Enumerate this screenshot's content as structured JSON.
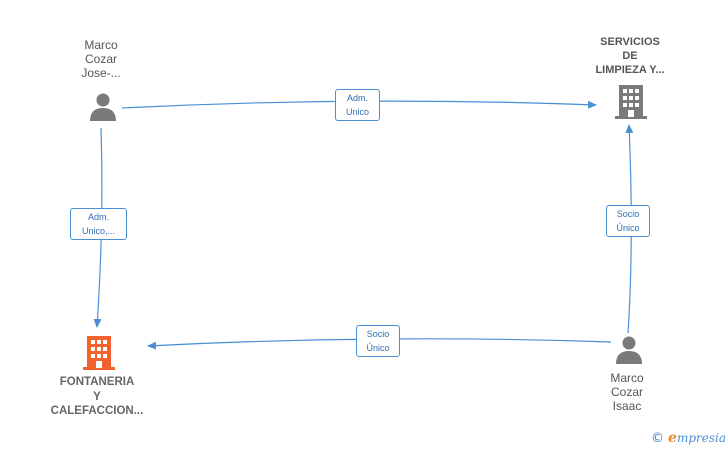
{
  "nodes": {
    "marco_jose": {
      "lines": [
        "Marco",
        "Cozar",
        "Jose-..."
      ]
    },
    "servicios": {
      "lines": [
        "SERVICIOS",
        "DE",
        "LIMPIEZA Y..."
      ]
    },
    "fontaneria": {
      "lines": [
        "FONTANERIA",
        "Y",
        "CALEFACCION..."
      ]
    },
    "marco_isaac": {
      "lines": [
        "Marco",
        "Cozar",
        "Isaac"
      ]
    }
  },
  "edges": {
    "jose_to_servicios": {
      "lines": [
        "Adm.",
        "Unico"
      ]
    },
    "jose_to_fontaneria": {
      "lines": [
        "Adm.",
        "Unico,..."
      ]
    },
    "isaac_to_servicios": {
      "lines": [
        "Socio",
        "Único"
      ]
    },
    "isaac_to_fontaneria": {
      "lines": [
        "Socio",
        "Único"
      ]
    }
  },
  "colors": {
    "edge": "#4a8fd4",
    "person_icon": "#7a7a7a",
    "company_icon": "#7a7a7a",
    "highlight_company_icon": "#f2622e"
  },
  "brand": {
    "copyright": "©",
    "initial": "e",
    "rest": "mpresia"
  }
}
